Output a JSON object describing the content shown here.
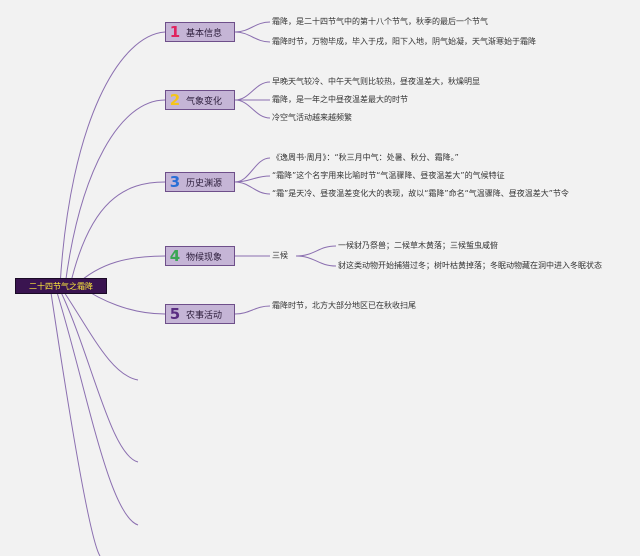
{
  "root": {
    "label": "二十四节气之霜降"
  },
  "branches": [
    {
      "num": "1",
      "num_color": "#e0245e",
      "label": "基本信息",
      "items": [
        "霜降，是二十四节气中的第十八个节气，秋季的最后一个节气",
        "霜降时节，万物毕成，毕入于戌，阳下入地，阴气始凝，天气渐寒始于霜降"
      ]
    },
    {
      "num": "2",
      "num_color": "#f5c518",
      "label": "气象变化",
      "items": [
        "早晚天气较冷、中午天气则比较热，昼夜温差大，秋燥明显",
        "霜降，是一年之中昼夜温差最大的时节",
        "冷空气活动越来越频繁"
      ]
    },
    {
      "num": "3",
      "num_color": "#2a6fd6",
      "label": "历史渊源",
      "items": [
        "《逸周书·周月》：“秋三月中气：处暑、秋分、霜降。”",
        "“霜降”这个名字用来比喻时节“气温骤降、昼夜温差大”的气候特征",
        "“霜”是天冷、昼夜温差变化大的表现，故以“霜降”命名“气温骤降、昼夜温差大”节令"
      ]
    },
    {
      "num": "4",
      "num_color": "#3aa655",
      "label": "物候现象",
      "items": [
        "三候"
      ],
      "sub_items": [
        "一候豺乃祭兽；二候草木黄落；三候蜇虫咸俯",
        "豺这类动物开始捕猎过冬；树叶枯黄掉落；冬眠动物藏在洞中进入冬眠状态"
      ]
    },
    {
      "num": "5",
      "num_color": "#5a2d82",
      "label": "农事活动",
      "items": [
        "霜降时节，北方大部分地区已在秋收扫尾"
      ]
    }
  ],
  "colors": {
    "link": "#8b6fb0",
    "root_bg": "#3a1450",
    "root_text": "#ffeb3b",
    "node_bg": "#c5b5d6"
  }
}
